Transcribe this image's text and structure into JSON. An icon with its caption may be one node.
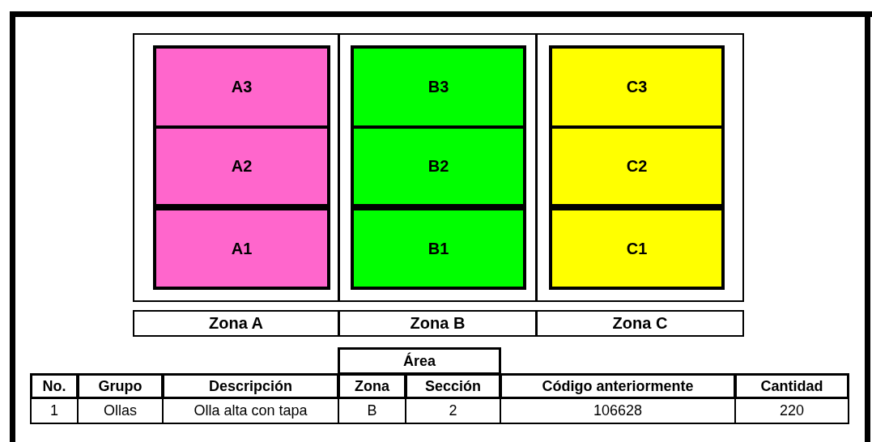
{
  "diagram": {
    "nodes": [
      {
        "text": [],
        "shape": "box"
      },
      {
        "text": [
          "A3"
        ],
        "in": 0
      },
      {
        "text": [
          "A2"
        ],
        "in": 0
      },
      {
        "text": [
          "A1"
        ],
        "in": 0
      },
      {
        "text": [],
        "shape": "box"
      },
      {
        "text": [
          "B3"
        ],
        "in": 4
      },
      {
        "text": [
          "B2"
        ],
        "in": 4
      },
      {
        "text": [
          "B1"
        ],
        "in": 4
      },
      {
        "text": [],
        "shape": "box"
      },
      {
        "text": [
          "C3"
        ],
        "in": 8
      },
      {
        "text": [
          "C2"
        ],
        "in": 8
      },
      {
        "text": [
          "C1"
        ],
        "in": 8
      },
      {
        "text": [
          "Zona A"
        ]
      },
      {
        "text": [
          "Zona B"
        ]
      },
      {
        "text": [
          "Zona C"
        ]
      }
    ],
    "labels": [
      "Área",
      "No.",
      "Grupo",
      "Descripción",
      "Zona",
      "Sección",
      "Código anteriormente",
      "Cantidad",
      "1",
      "Ollas",
      "Olla alta con tapa",
      "B",
      "2",
      "106628",
      "220"
    ]
  }
}
